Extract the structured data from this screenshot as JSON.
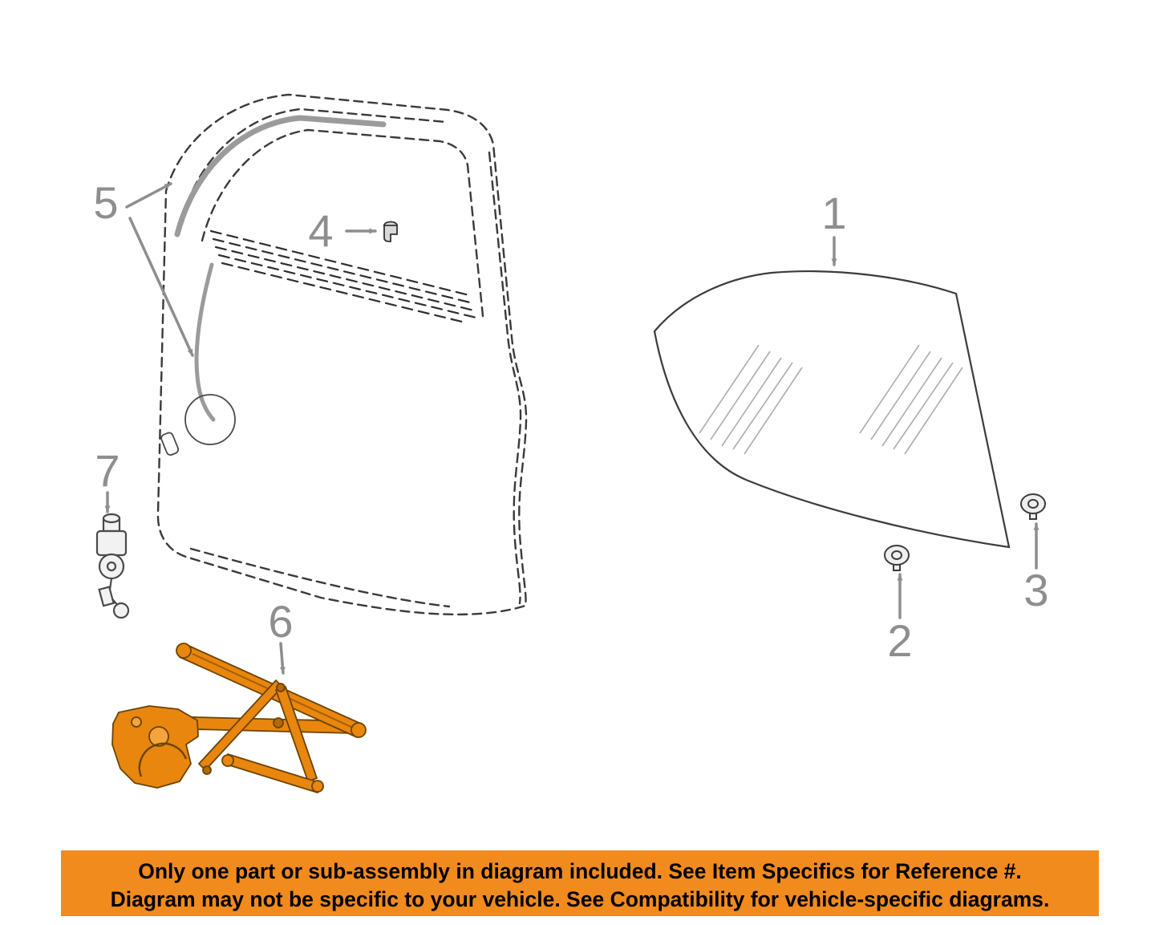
{
  "colors": {
    "accent": "#E8860D",
    "accent_light": "#F5A43B",
    "banner_bg": "#F28B1E",
    "callout_gray": "#8E8E8E",
    "line_dark": "#3C3C3C",
    "banner_text": "#000000"
  },
  "callouts": [
    {
      "label": "1"
    },
    {
      "label": "2"
    },
    {
      "label": "3"
    },
    {
      "label": "4"
    },
    {
      "label": "5"
    },
    {
      "label": "6"
    },
    {
      "label": "7"
    }
  ],
  "banner": {
    "line1": "Only one part or sub-assembly in diagram included. See Item Specifics for Reference #.",
    "line2": "Diagram may not be specific to your vehicle. See Compatibility for vehicle-specific diagrams."
  }
}
